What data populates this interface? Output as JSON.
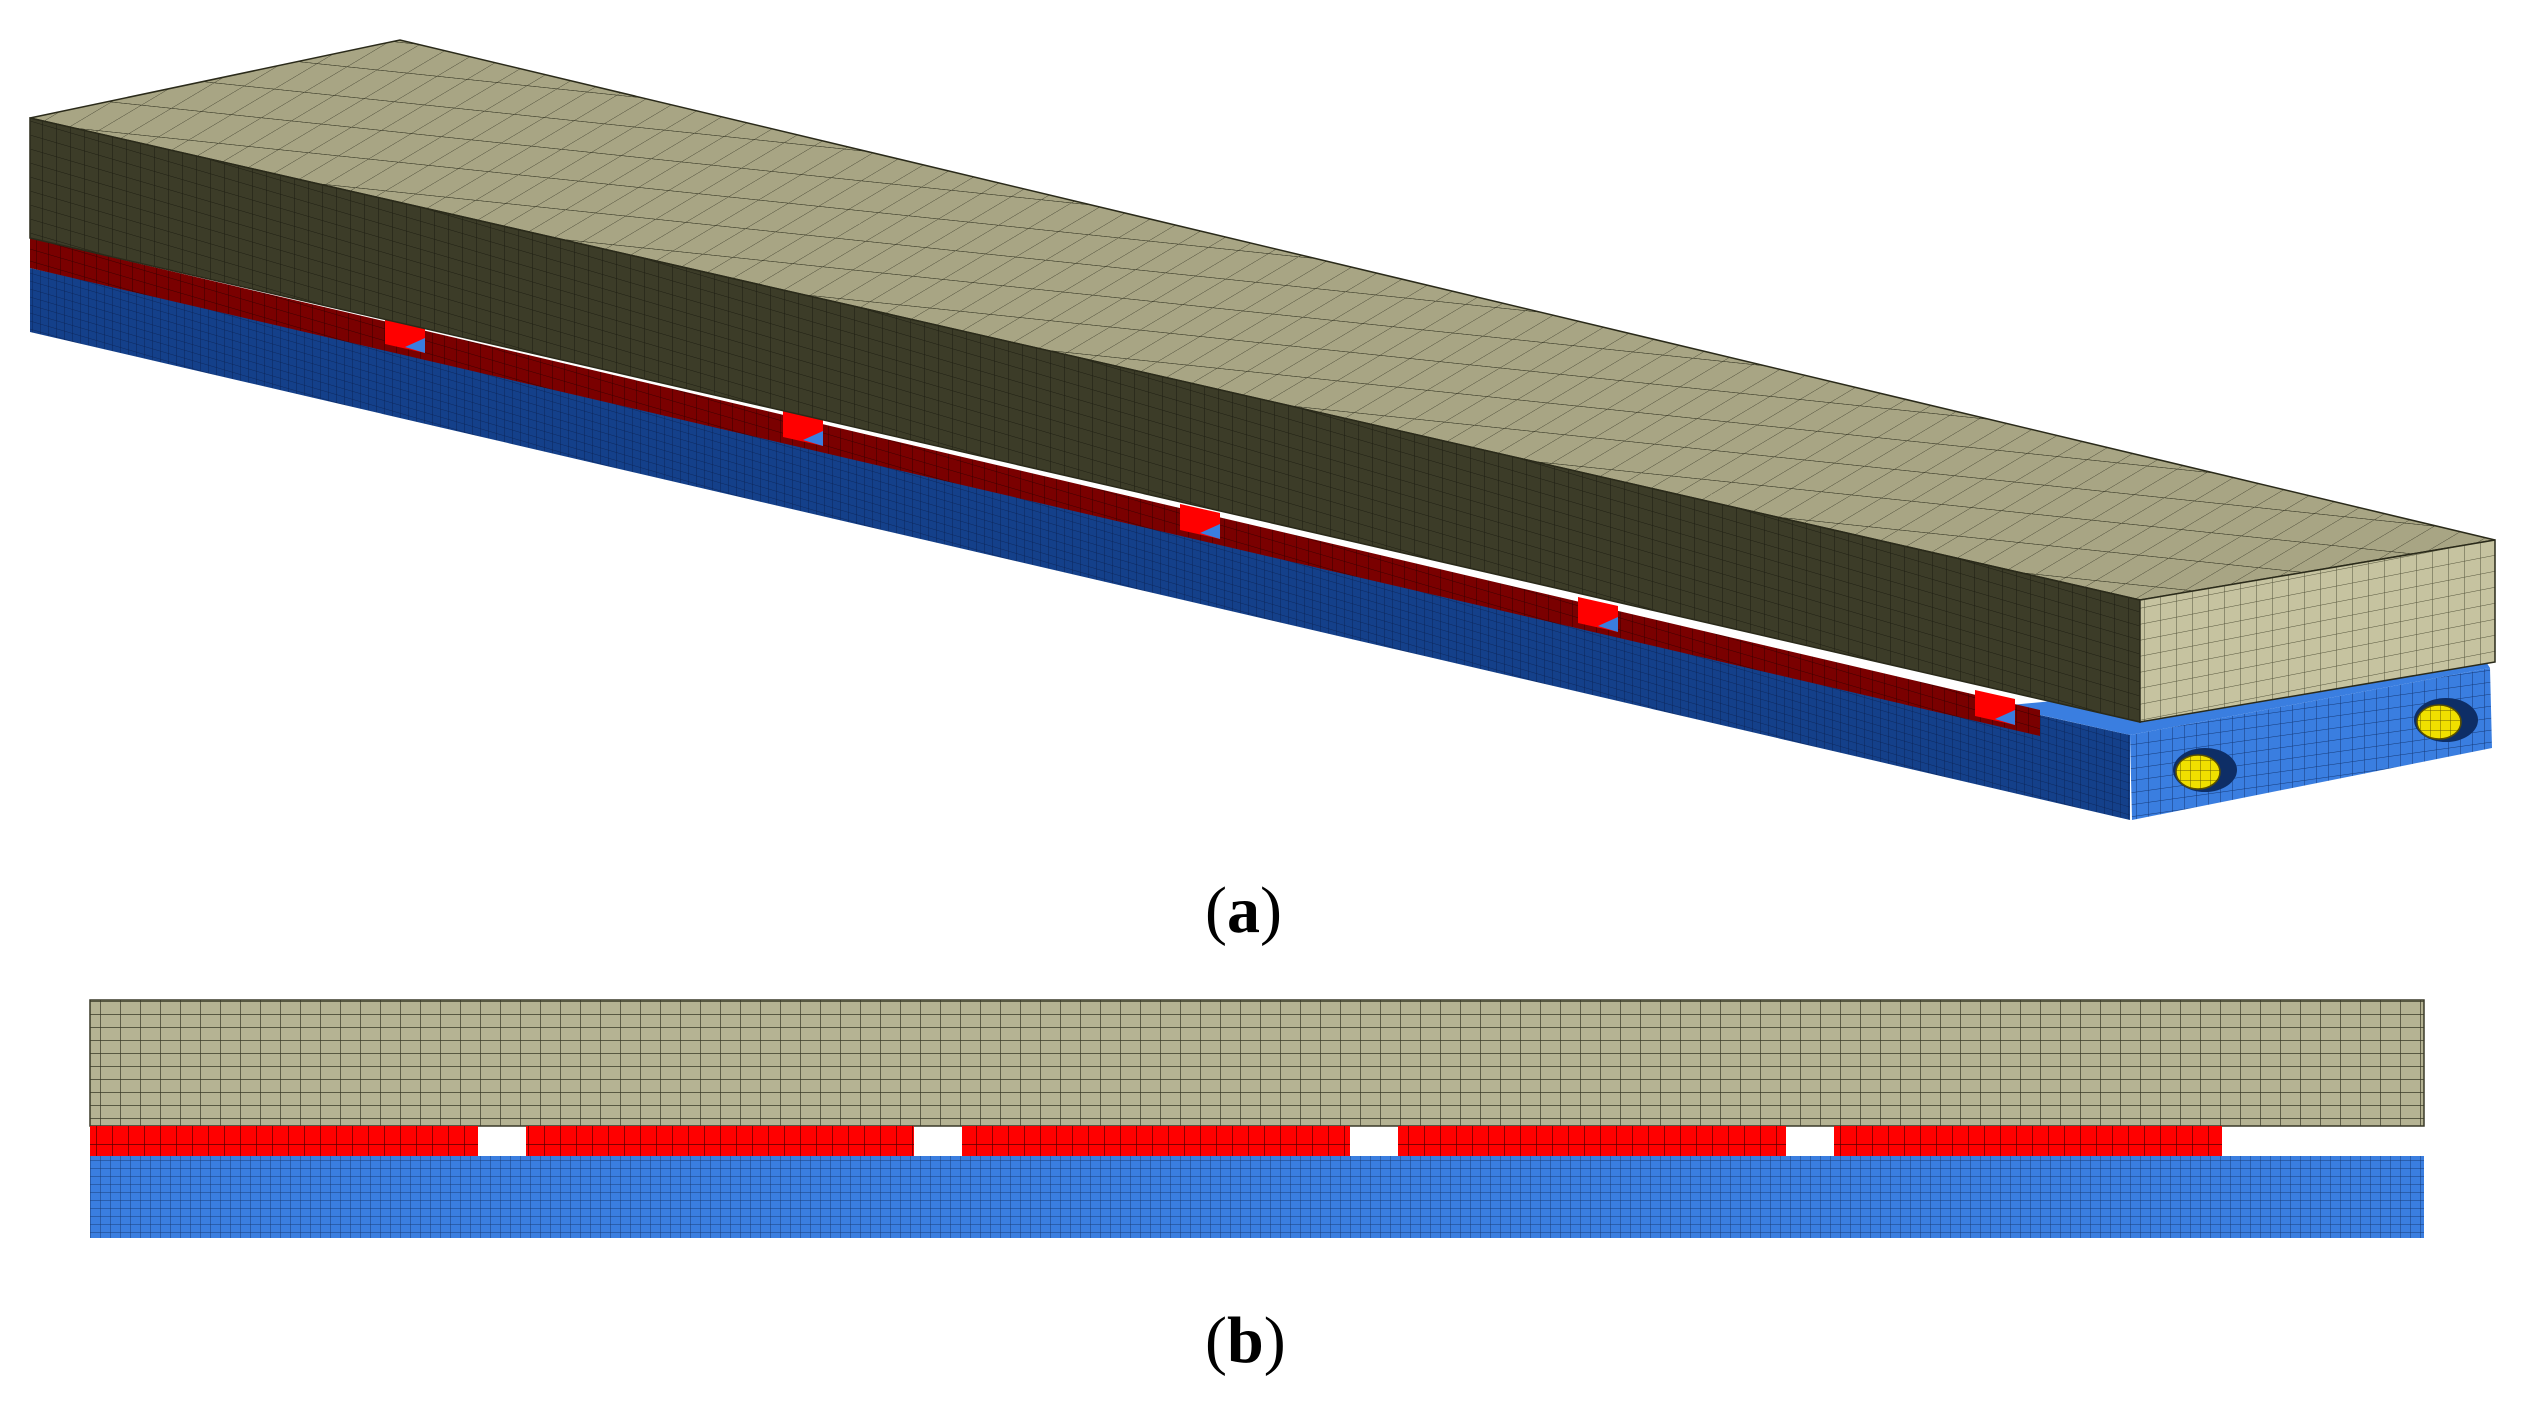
{
  "figure": {
    "panels": [
      {
        "id": "a",
        "caption_open": "(",
        "caption_letter": "a",
        "caption_close": ")"
      },
      {
        "id": "b",
        "caption_open": "(",
        "caption_letter": "b",
        "caption_close": ")"
      }
    ],
    "colors": {
      "top_slab_front": "#3a3a26",
      "top_slab_top": "#a8a584",
      "top_slab_end": "#c4c19e",
      "top_slab_side_b": "#b5b393",
      "mesh_line": "#1a1a10",
      "interlayer_dark": "#7a0000",
      "interlayer_bright": "#ff0000",
      "base_front": "#123a80",
      "base_light": "#3a7ee0",
      "hole_fill": "#f0e000",
      "background": "#ffffff"
    },
    "segments_count": 5
  }
}
